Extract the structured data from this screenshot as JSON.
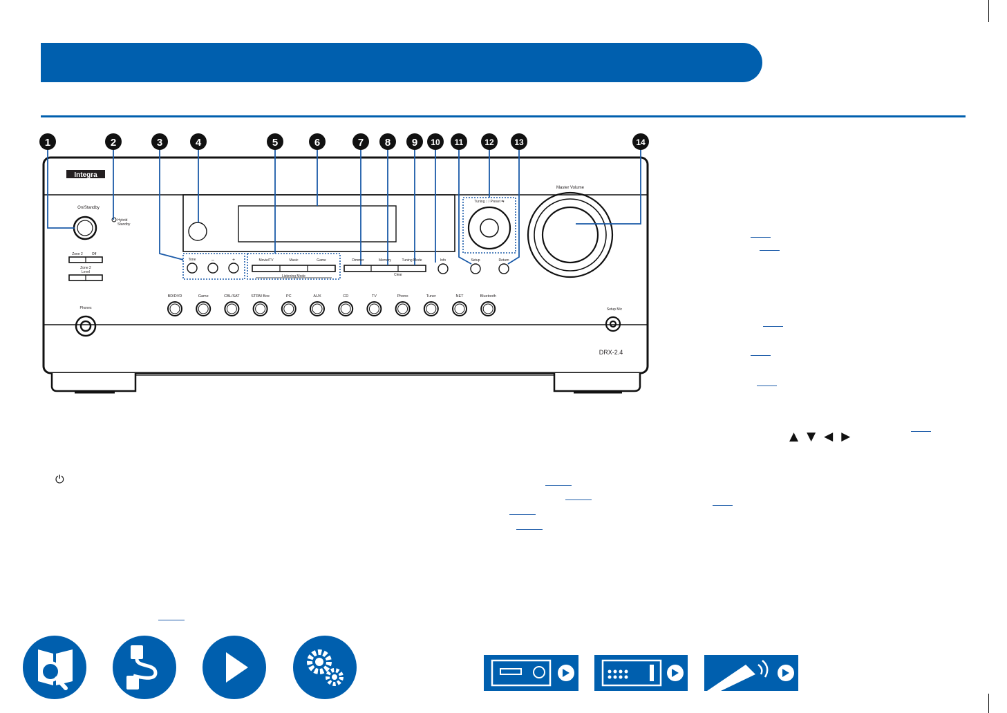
{
  "callouts": [
    "1",
    "2",
    "3",
    "4",
    "5",
    "6",
    "7",
    "8",
    "9",
    "10",
    "11",
    "12",
    "13",
    "14"
  ],
  "panel": {
    "brand": "Integra",
    "power_label": "On/Standby",
    "hybrid_standby_label": [
      "Hybrid",
      "Standby"
    ],
    "zone2_label": "Zone 2",
    "off_label": "Off",
    "zone2_level_label": [
      "Zone 2",
      "Level"
    ],
    "tone_buttons": [
      "Tone",
      "–",
      "+"
    ],
    "listening_buttons": [
      "Movie/TV",
      "Music",
      "Game"
    ],
    "listening_mode_label": "Listening Mode",
    "display_buttons": [
      "Dimmer",
      "Memory",
      "Tuning Mode"
    ],
    "clear_label": "Clear",
    "info_label": "Info",
    "tuning_label": "Tuning ↕ / Preset ⇆",
    "setup_label": "Setup",
    "return_label": "Return",
    "master_volume_label": "Master Volume",
    "phones_label": "Phones",
    "setup_mic_label": "Setup Mic",
    "model": "DRX-2.4",
    "input_buttons": [
      "BD/DVD",
      "Game",
      "CBL/SAT",
      "STRM Box",
      "PC",
      "AUX",
      "CD",
      "TV",
      "Phono",
      "Tuner",
      "NET",
      "Bluetooth"
    ]
  },
  "text_fragments": {
    "power_symbol": "⏻",
    "direction_arrows": [
      "▲",
      "▼",
      "◀",
      "▶"
    ]
  },
  "nav_icons": [
    "manual-search-icon",
    "connection-cable-icon",
    "playback-icon",
    "settings-gears-icon"
  ],
  "page_nav_cards": [
    "front-panel-icon",
    "rear-panel-icon",
    "remote-controller-icon"
  ],
  "colors": {
    "brand_blue": "#005fae",
    "link_blue": "#1a5aa8",
    "ink": "#231f20",
    "callout_fill": "#111111"
  }
}
